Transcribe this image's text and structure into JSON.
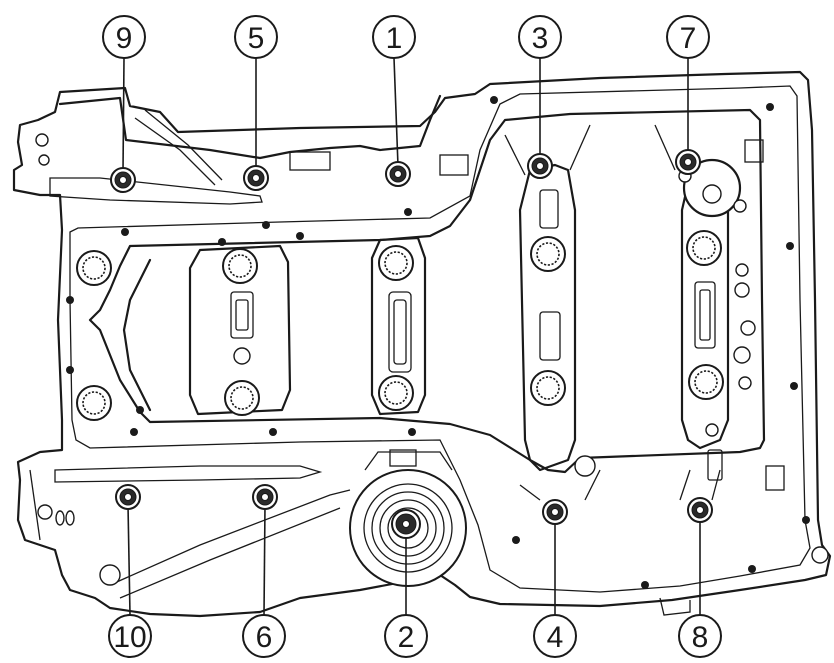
{
  "figure": {
    "subject": "oil-pan-bolt-tightening-sequence",
    "callouts": [
      {
        "label": "1",
        "bolt": [
          398,
          174
        ]
      },
      {
        "label": "2",
        "bolt": [
          406,
          524
        ]
      },
      {
        "label": "3",
        "bolt": [
          540,
          166
        ]
      },
      {
        "label": "4",
        "bolt": [
          555,
          512
        ]
      },
      {
        "label": "5",
        "bolt": [
          256,
          178
        ]
      },
      {
        "label": "6",
        "bolt": [
          265,
          497
        ]
      },
      {
        "label": "7",
        "bolt": [
          688,
          162
        ]
      },
      {
        "label": "8",
        "bolt": [
          700,
          510
        ]
      },
      {
        "label": "9",
        "bolt": [
          123,
          180
        ]
      },
      {
        "label": "10",
        "bolt": [
          128,
          497
        ]
      }
    ]
  },
  "colors": {
    "ink": "#1a1a1a",
    "paper": "#ffffff"
  }
}
